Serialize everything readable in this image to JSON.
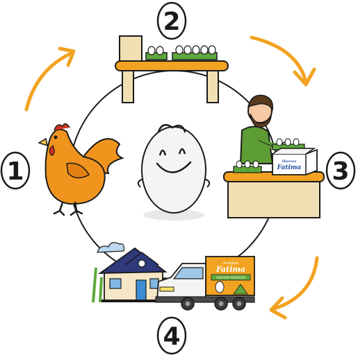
{
  "steps": [
    {
      "number": "1",
      "subject": "hen"
    },
    {
      "number": "2",
      "subject": "egg-collection-shelf"
    },
    {
      "number": "3",
      "subject": "packing-worker"
    },
    {
      "number": "4",
      "subject": "delivery-house-and-truck"
    }
  ],
  "truck": {
    "brand_small": "Antojitos",
    "brand_name": "Fatima",
    "banner_text": "HUEVOS FRESCOS"
  },
  "box": {
    "brand_small": "Huevos",
    "brand_name": "Fatima"
  },
  "colors": {
    "orange": "#f2a321",
    "dark_orange": "#d9860f",
    "green": "#5fa83a",
    "wood": "#f1dfb4",
    "hen": "#f0941e",
    "hen_comb": "#d0341f",
    "shirt": "#5e9c35",
    "truck": "#f2a321",
    "house_roof": "#2f3a7a",
    "ink": "#1a1a1a"
  },
  "icons": [
    "arrow-icon",
    "egg-character-icon",
    "hen-icon",
    "shelf-icon",
    "worker-icon",
    "house-icon",
    "truck-icon"
  ]
}
